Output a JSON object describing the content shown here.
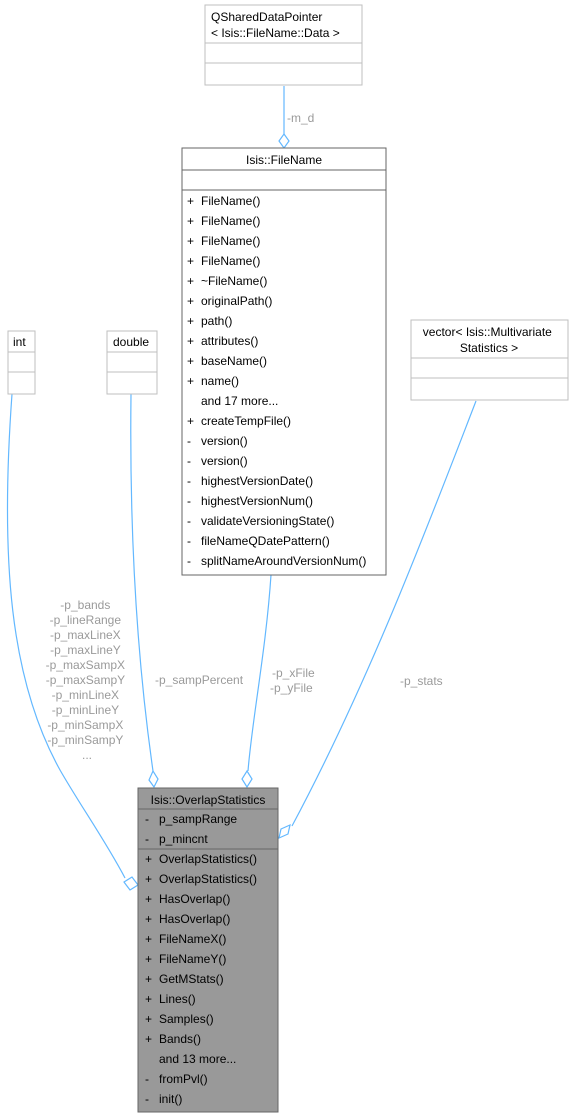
{
  "colors": {
    "edge": "#63b8ff",
    "box_border_main": "#666666",
    "box_border_external": "#bfbfbf",
    "focus_fill": "#999999",
    "label": "#9a9a9a"
  },
  "qshared": {
    "title_lines": [
      "QSharedDataPointer",
      "< Isis::FileName::Data >"
    ]
  },
  "filename": {
    "title": "Isis::FileName",
    "methods": [
      {
        "vis": "+",
        "text": "FileName()"
      },
      {
        "vis": "+",
        "text": "FileName()"
      },
      {
        "vis": "+",
        "text": "FileName()"
      },
      {
        "vis": "+",
        "text": "FileName()"
      },
      {
        "vis": "+",
        "text": "~FileName()"
      },
      {
        "vis": "+",
        "text": "originalPath()"
      },
      {
        "vis": "+",
        "text": "path()"
      },
      {
        "vis": "+",
        "text": "attributes()"
      },
      {
        "vis": "+",
        "text": "baseName()"
      },
      {
        "vis": "+",
        "text": "name()"
      },
      {
        "vis": "",
        "text": "and 17 more..."
      },
      {
        "vis": "+",
        "text": "createTempFile()"
      },
      {
        "vis": "-",
        "text": "version()"
      },
      {
        "vis": "-",
        "text": "version()"
      },
      {
        "vis": "-",
        "text": "highestVersionDate()"
      },
      {
        "vis": "-",
        "text": "highestVersionNum()"
      },
      {
        "vis": "-",
        "text": "validateVersioningState()"
      },
      {
        "vis": "-",
        "text": "fileNameQDatePattern()"
      },
      {
        "vis": "-",
        "text": "splitNameAroundVersionNum()"
      }
    ]
  },
  "int_box": {
    "title": "int"
  },
  "double_box": {
    "title": "double"
  },
  "vector_box": {
    "title_lines": [
      "vector< Isis::Multivariate",
      "Statistics >"
    ]
  },
  "overlap": {
    "title": "Isis::OverlapStatistics",
    "attributes": [
      {
        "vis": "-",
        "text": "p_sampRange"
      },
      {
        "vis": "-",
        "text": "p_mincnt"
      }
    ],
    "methods": [
      {
        "vis": "+",
        "text": "OverlapStatistics()"
      },
      {
        "vis": "+",
        "text": "OverlapStatistics()"
      },
      {
        "vis": "+",
        "text": "HasOverlap()"
      },
      {
        "vis": "+",
        "text": "HasOverlap()"
      },
      {
        "vis": "+",
        "text": "FileNameX()"
      },
      {
        "vis": "+",
        "text": "FileNameY()"
      },
      {
        "vis": "+",
        "text": "GetMStats()"
      },
      {
        "vis": "+",
        "text": "Lines()"
      },
      {
        "vis": "+",
        "text": "Samples()"
      },
      {
        "vis": "+",
        "text": "Bands()"
      },
      {
        "vis": "",
        "text": "and 13 more..."
      },
      {
        "vis": "-",
        "text": "fromPvl()"
      },
      {
        "vis": "-",
        "text": "init()"
      }
    ]
  },
  "edge_labels": {
    "m_d": "-m_d",
    "int_lines": [
      "-p_bands",
      "-p_lineRange",
      "-p_maxLineX",
      "-p_maxLineY",
      "-p_maxSampX",
      "-p_maxSampY",
      "-p_minLineX",
      "-p_minLineY",
      "-p_minSampX",
      "-p_minSampY",
      "..."
    ],
    "double": "-p_sampPercent",
    "file_lines": [
      "-p_xFile",
      "-p_yFile"
    ],
    "stats": "-p_stats"
  }
}
